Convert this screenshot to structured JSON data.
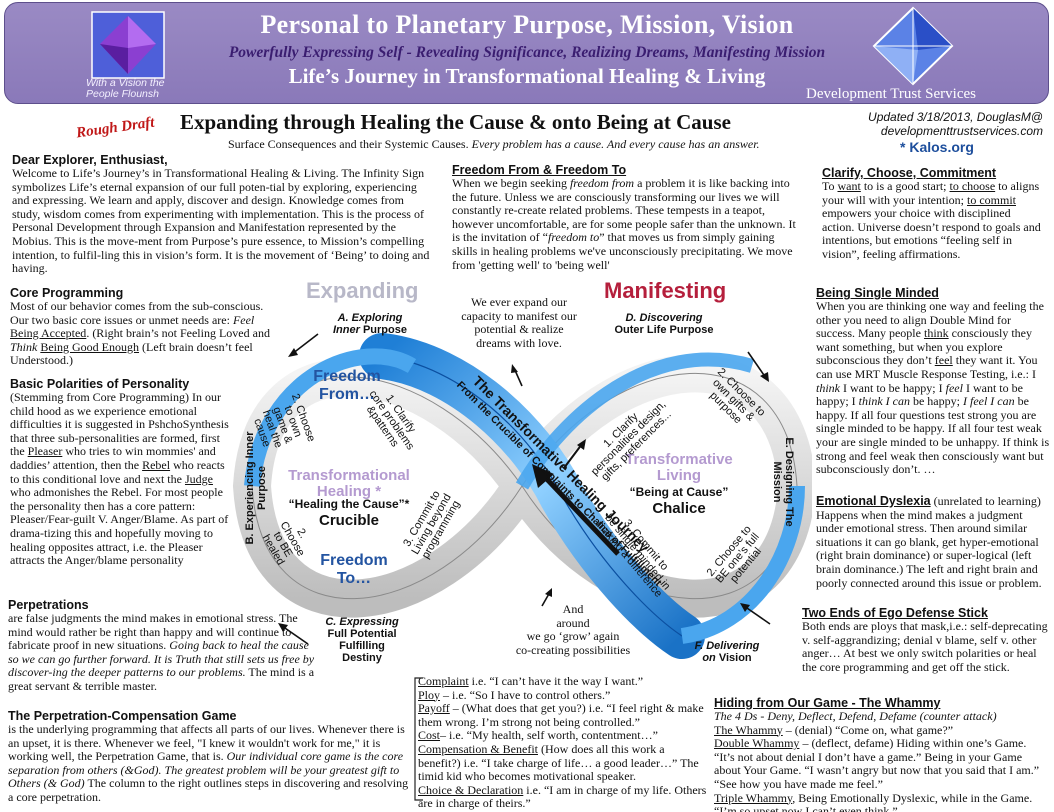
{
  "header": {
    "title": "Personal to Planetary Purpose, Mission, Vision",
    "subtitle": "Powerfully Expressing Self - Revealing Significance, Realizing Dreams, Manifesting Mission",
    "line3": "Life’s Journey in Transformational Healing & Living",
    "tagline": "With a Vision the People Flounsh",
    "org": "Development Trust Services"
  },
  "heading": {
    "rough": "Rough Draft",
    "main": "Expanding through Healing the Cause & onto Being at Cause",
    "sub_a": "Surface Consequences and their Systemic Causes. ",
    "sub_b": "Every problem has a cause.  And every cause has an answer.",
    "updated": "Updated 3/18/2013, DouglasM@",
    "site": "developmenttrustservices.com",
    "kalos": "* Kalos.org"
  },
  "left": {
    "dear_h": "Dear Explorer, Enthusiast,",
    "dear": "Welcome to Life’s Journey’s in Transformational Healing & Living. The Infinity Sign symbolizes Life’s eternal expansion of our full poten-tial by exploring, experiencing and expressing.  We learn and apply, discover and design.  Knowledge comes from study, wisdom comes from experimenting with implementation.  This is the process of Personal Development through Expansion and Manifestation represented by the Mobius.  This is the move-ment from Purpose’s pure essence, to Mission’s compelling intention, to fulfil-ling this in vision’s form.  It is the movement of ‘Being’ to doing and having.",
    "core_h": "Core Programming",
    "core_a": "Most of our behavior comes from the sub-conscious. Our two basic core issues or unmet needs are: ",
    "core_feel": "Feel",
    "core_acc": "Being Accepted",
    "core_b": ". (Right brain’s not Feeling Loved  and ",
    "core_think": "Think",
    "core_good": "Being Good Enough",
    "core_c": " (Left brain doesn’t feel Understood.)",
    "pol_h": "Basic Polarities of Personality",
    "pol_a": "(Stemming from Core Programming) In our child hood as we experience emotional difficulties it is suggested in PshchoSynthesis that three sub-personalities are formed, first the ",
    "pol_pleaser": "Pleaser",
    "pol_b": " who tries to win mommies' and daddies’ attention, then the ",
    "pol_rebel": "Rebel",
    "pol_c": " who reacts to this conditional love and next the ",
    "pol_judge": "Judge",
    "pol_d": " who admonishes the Rebel. For most people the personality then has a core pattern:  Pleaser/Fear-guilt V. Anger/Blame.  As part of drama-tizing this and hopefully moving to healing opposites attract, i.e. the Pleaser attracts the Anger/blame personality",
    "perp_h": "Perpetrations",
    "perp_a": "are false judgments the mind makes in emotional stress. The mind would rather be right than happy and will continue to fabricate proof in new situations. ",
    "perp_i": "Going back to heal the cause so we can go further forward. It is Truth that still sets us free by discover-ing the deeper patterns to our problems.",
    "perp_b": " The mind is a great servant & terrible master.",
    "game_h": "The Perpetration-Compensation Game",
    "game_a": "is the underlying programming that affects all parts of our lives.  Whenever there is an upset, it is there.  Whenever we feel, \"I knew it wouldn't work for me,\" it is working well, the Perpetration Game, that is. ",
    "game_i": "Our individual core game is the core separation from others (&God). The greatest problem will be your greatest gift to Others (& God)",
    "game_b": "  The column to the right outlines steps in discovering and resolving a core perpetration."
  },
  "middle": {
    "free_h": "Freedom From & Freedom To",
    "free_a": "When we begin seeking ",
    "free_i1": "freedom from",
    "free_b": " a problem it is like backing into the future.  Unless we are consciously transforming our lives we will constantly re-create related problems. These tempests in a teapot, however uncomfortable, are for some people safer than the unknown. It is the invitation of “",
    "free_i2": "freedom to",
    "free_c": "” that moves us from simply gaining skills in healing problems we've unconsciously precipitating.   We move from 'getting well'  to 'being well'",
    "steps": [
      {
        "u": "Complaint",
        "t": " i.e. “I can’t have it the way I want.”"
      },
      {
        "u": "Ploy",
        "t": " – i.e. “So I have to control others.”"
      },
      {
        "u": "Payoff",
        "t": " – (What does that get you?) i.e. “I  feel right & make them wrong. I’m strong not being controlled.”"
      },
      {
        "u": "Cost",
        "t": "– i.e. “My health, self worth, contentment…”"
      },
      {
        "u": "Compensation & Benefit",
        "t": " (How does all this work a benefit?) i.e. “I take charge of life… a good leader…” The timid kid who becomes motivational speaker."
      },
      {
        "u": "Choice & Declaration",
        "t": " i.e. “I am in charge of my life. Others are in charge of theirs.”"
      }
    ]
  },
  "right": {
    "clar_h": "Clarify, Choose, Commitment",
    "clar_a": "To ",
    "clar_want": "want",
    "clar_b": " to is a good start; ",
    "clar_choose": "to choose",
    "clar_c": " to aligns your will with your intention; ",
    "clar_commit": "to commit",
    "clar_d": " empowers your choice with disciplined action. Universe doesn’t respond to goals and intentions, but emotions “feeling self in vision”, feeling affirmations.",
    "single_h": "Being Single Minded",
    "single_a": "When you are thinking one way and feeling the other you need to align Double Mind for success. Many people ",
    "single_think": "think",
    "single_b": " consciously they want something, but when you explore subconscious they don’t ",
    "single_feel": "feel",
    "single_c": " they want it. You can use MRT Muscle Response Testing, i.e.: I ",
    "single_i1": "think",
    "single_d": " I want to be happy; I ",
    "single_i2": "feel",
    "single_e": " I want to be happy; I ",
    "single_i3": "think I can",
    "single_f": " be happy; ",
    "single_i4": "I feel I can",
    "single_g": " be happy.  If all four questions test strong you are single minded to be happy. If all four test weak your are single minded to be unhappy.  If think is strong and feel weak then consciously want but subconsciously don’t. …",
    "dys_h": "Emotional Dyslexia",
    "dys_a": " (unrelated to learning) Happens when the mind makes a judgment under emotional stress. Then around similar situations it can go blank, get hyper-emotional (right brain dominance) or super-logical (left brain dominance.) The left and right brain and poorly connected around this issue or problem.",
    "ego_h": "Two Ends of Ego Defense Stick",
    "ego_a": "Both ends are ploys that mask,i.e.: self-deprecating v. self-aggrandizing; denial v blame, self v. other anger… At best we only switch polarities or heal the core programming and get off the stick.",
    "hide_h": "Hiding from Our Game - The Whammy",
    "hide_i": "The 4 Ds - Deny, Deflect, Defend, Defame (counter attack)",
    "w1u": "The Whammy",
    "w1": " – (denial) “Come on, what game?”",
    "w2u": "Double Whammy",
    "w2": " – (deflect, defame) Hiding within one’s Game. “It’s not about denial I don’t have a game.” Being in your Game about Your Game. “I wasn’t angry but now that you said that I am.” “See how you have made me feel.”",
    "w3u": "Triple Whammy",
    "w3": ", Being Emotionally Dyslexic, while in the Game. “I’m so upset now I can’t even think.”"
  },
  "diagram": {
    "expanding": "Expanding",
    "manifesting": "Manifesting",
    "capacity": "We ever expand our capacity to manifest our potential & realize dreams with love.",
    "around_1": "And",
    "around_2": "around",
    "around_3": "we go ‘grow’ again",
    "around_4": "co-creating possibilities",
    "A1": "A. Exploring",
    "A2": "Inner",
    "A3": " Purpose",
    "B": "B. Experiencing Inner Purpose",
    "C1": "C. Expressing",
    "C2": "Full Potential Fulfilling Destiny",
    "D1": "D. Discovering",
    "D2": "Outer Life Purpose",
    "E": "E. Designing The Mission",
    "F1": "F. Delivering",
    "F2": "on",
    "F3": " Vision",
    "freedom_from": "Freedom From…",
    "freedom_to": "Freedom To…",
    "th": "Transformational Healing *",
    "htc": "“Healing the Cause”*",
    "crucible": "Crucible",
    "tl": "Transformative Living",
    "bac": "“Being at Cause”",
    "chalice": "Chalice",
    "journey1": "The Transformative Healing Journey",
    "journey2": "From the Crucible of Complaints to Chalice of Fulfillment",
    "l1": "1. Clarify\ncore problems\n&patterns",
    "l2": "2. Choose\nto own\ngame &\nheal the\ncause",
    "l2b": "2. Choose\nto BE\nhealed",
    "l3": "3. Commit to\nLiving beyond\nprogramming",
    "r1": "1. Clarify\npersonalities design,\ngifts, preferences...",
    "r2": "2. Choose to\nown gifts &\npurpose",
    "r2b": "2. Choose to\nBE one’s full\npotential",
    "r3": "3. Commit to\nbe single minded in\nmaking a difference"
  }
}
